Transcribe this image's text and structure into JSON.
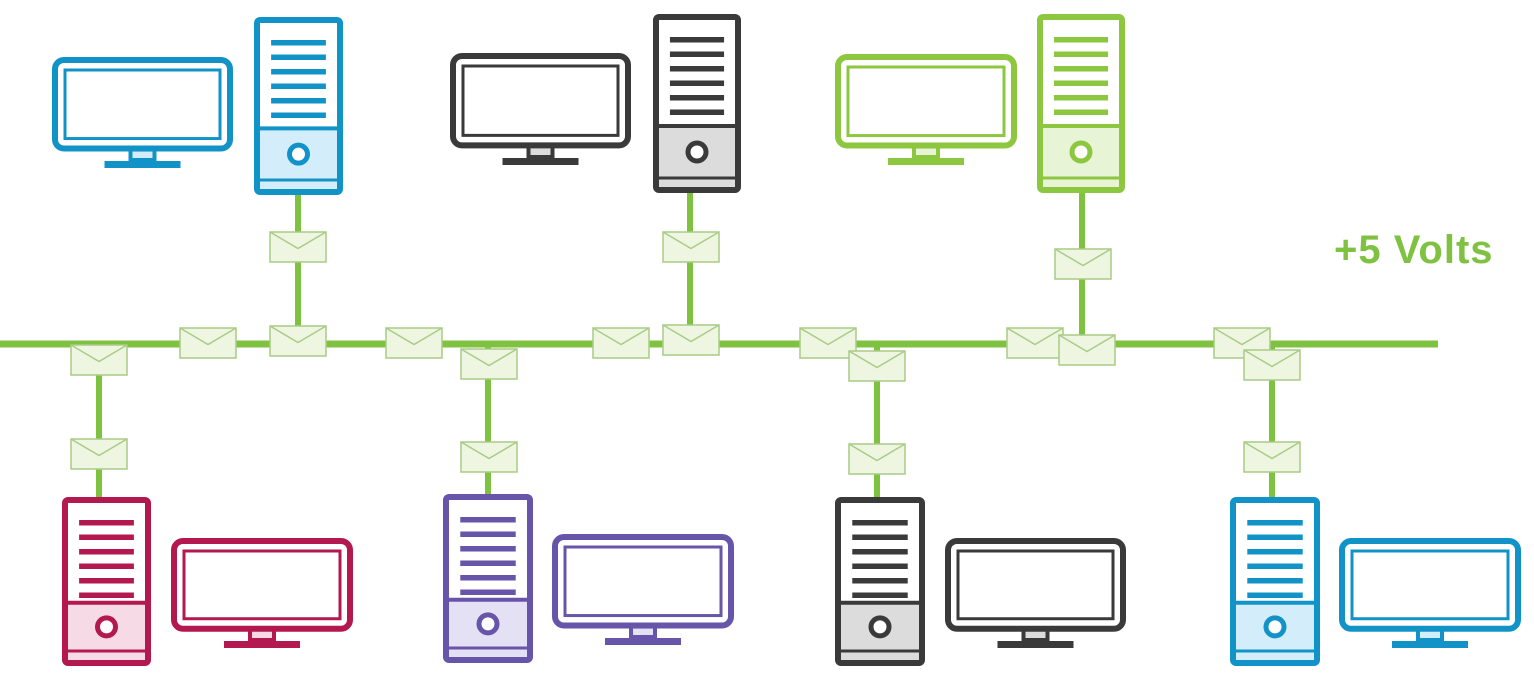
{
  "voltage_label": "+5 Volts",
  "colors": {
    "bus": "#7fc241",
    "envelope_fill": "#eef6e2",
    "envelope_stroke": "#a9cc85",
    "blue": "#1293c8",
    "blue_light": "#d3eefa",
    "dark": "#3a3a3a",
    "dark_light": "#dcdcdc",
    "green": "#8dc63f",
    "green_light": "#e8f4d6",
    "red": "#b3184f",
    "red_light": "#f6dbe6",
    "purple": "#6655a8",
    "purple_light": "#e5e1f4"
  },
  "workstations": [
    {
      "id": "top-blue",
      "color": "blue",
      "row": "top"
    },
    {
      "id": "top-dark",
      "color": "dark",
      "row": "top"
    },
    {
      "id": "top-green",
      "color": "green",
      "row": "top"
    },
    {
      "id": "bottom-red",
      "color": "red",
      "row": "bottom"
    },
    {
      "id": "bottom-purple",
      "color": "purple",
      "row": "bottom"
    },
    {
      "id": "bottom-dark",
      "color": "dark",
      "row": "bottom"
    },
    {
      "id": "bottom-blue",
      "color": "blue",
      "row": "bottom"
    }
  ],
  "icons": {
    "monitor": "monitor-icon",
    "tower": "computer-tower-icon",
    "envelope": "envelope-icon"
  }
}
